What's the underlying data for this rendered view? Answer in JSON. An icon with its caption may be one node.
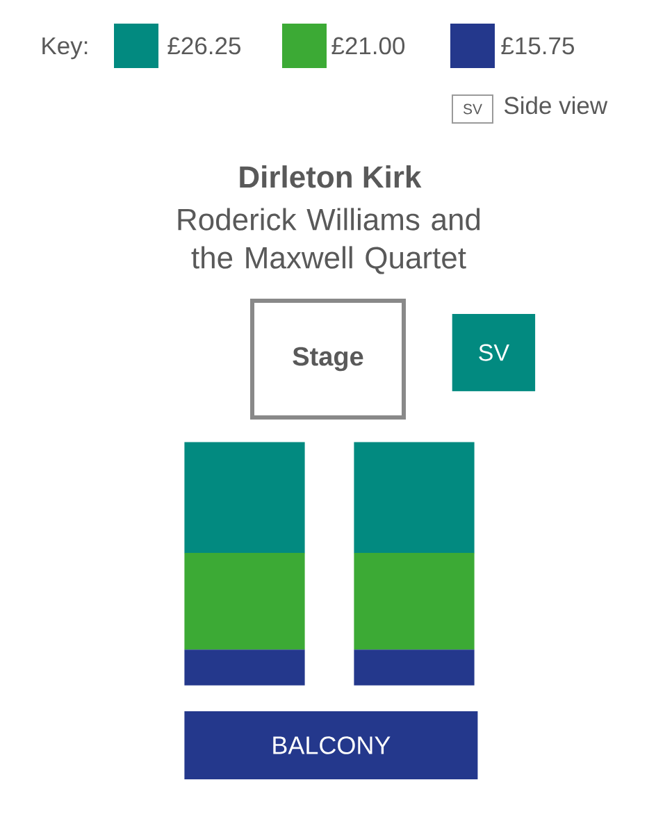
{
  "diagram": {
    "title": "Dirleton Kirk",
    "nodes": [
      {
        "text": [
          "Stage"
        ]
      },
      {
        "text": [
          "SV"
        ]
      },
      {
        "text": [],
        "shape": "box"
      },
      {
        "text": [],
        "shape": "box"
      },
      {
        "text": [],
        "shape": "box"
      },
      {
        "text": [],
        "shape": "box"
      },
      {
        "text": [],
        "shape": "box"
      },
      {
        "text": [],
        "shape": "box"
      },
      {
        "text": [
          "BALCONY"
        ]
      }
    ],
    "labels": [
      "Key:",
      "SV",
      "Roderick Williams and the Maxwell Quartet"
    ],
    "legend": [
      {
        "text": "£26.25",
        "color": "#028a80"
      },
      {
        "text": "£21.00",
        "color": "#3caa35"
      },
      {
        "text": "£15.75",
        "color": "#24388c"
      },
      {
        "text": "Side view"
      }
    ]
  }
}
